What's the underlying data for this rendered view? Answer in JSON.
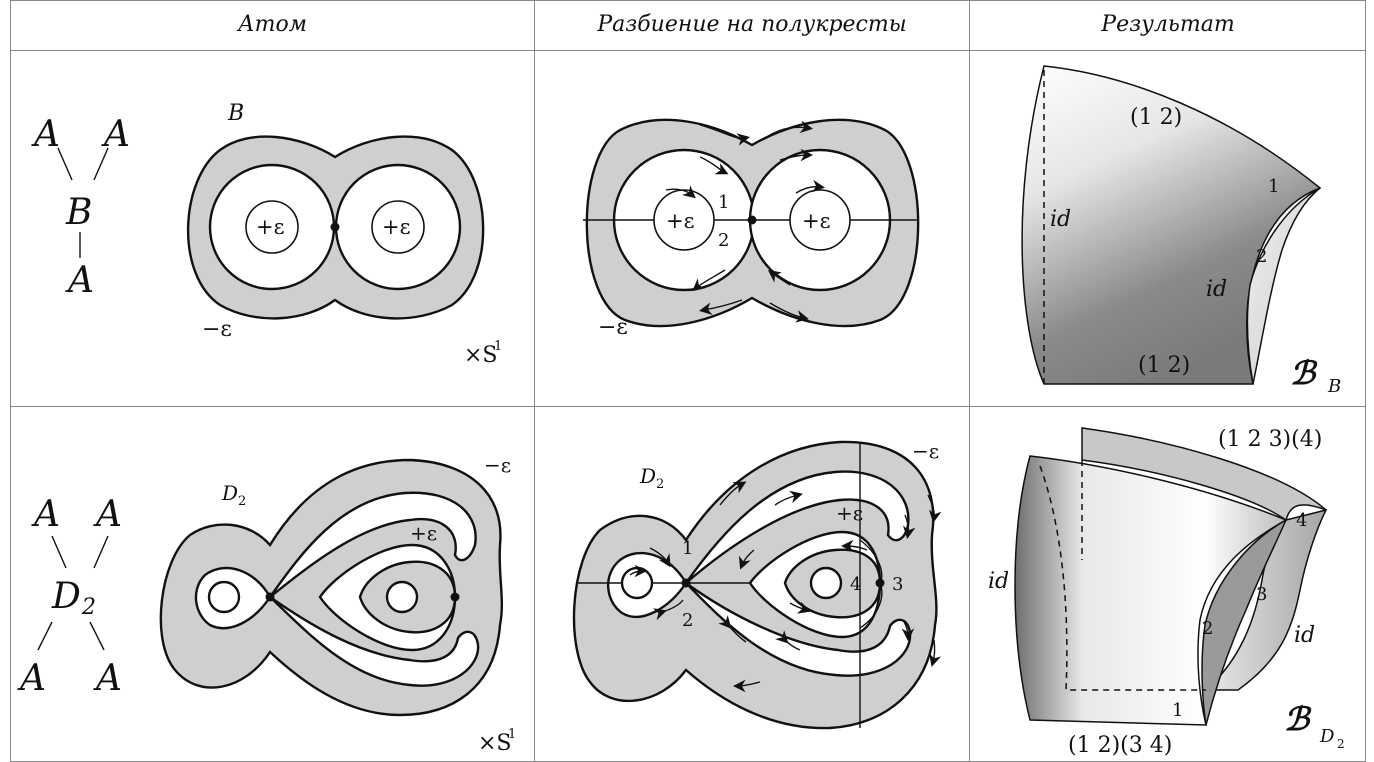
{
  "headers": {
    "atom": "Атом",
    "split": "Разбиение на полукресты",
    "result": "Результат"
  },
  "row1": {
    "tree": {
      "top_left": "A",
      "top_right": "A",
      "center": "B",
      "bottom": "A"
    },
    "atom_label": "B",
    "plus_eps": "+ε",
    "minus_eps": "−ε",
    "times_s": "×S",
    "times_s_sup": "1",
    "split_edge_1": "1",
    "split_edge_2": "2",
    "result": {
      "top_perm": "(1 2)",
      "bottom_perm": "(1 2)",
      "id_left": "id",
      "id_right": "id",
      "num_1": "1",
      "num_2": "2",
      "symbol": "ℬ",
      "symbol_sub": "B"
    }
  },
  "row2": {
    "tree": {
      "top_left": "A",
      "top_right": "A",
      "center": "D",
      "center_sub": "2",
      "bottom_left": "A",
      "bottom_right": "A"
    },
    "atom_label": "D",
    "atom_label_sub": "2",
    "plus_eps": "+ε",
    "minus_eps": "−ε",
    "times_s": "×S",
    "times_s_sup": "1",
    "split_num_1": "1",
    "split_num_2": "2",
    "split_num_3": "3",
    "split_num_4": "4",
    "result": {
      "top_perm": "(1 2 3)(4)",
      "bottom_perm": "(1 2)(3 4)",
      "id_left": "id",
      "id_right": "id",
      "num_1": "1",
      "num_2": "2",
      "num_3": "3",
      "num_4": "4",
      "symbol": "ℬ",
      "symbol_sub": "D"
    }
  }
}
